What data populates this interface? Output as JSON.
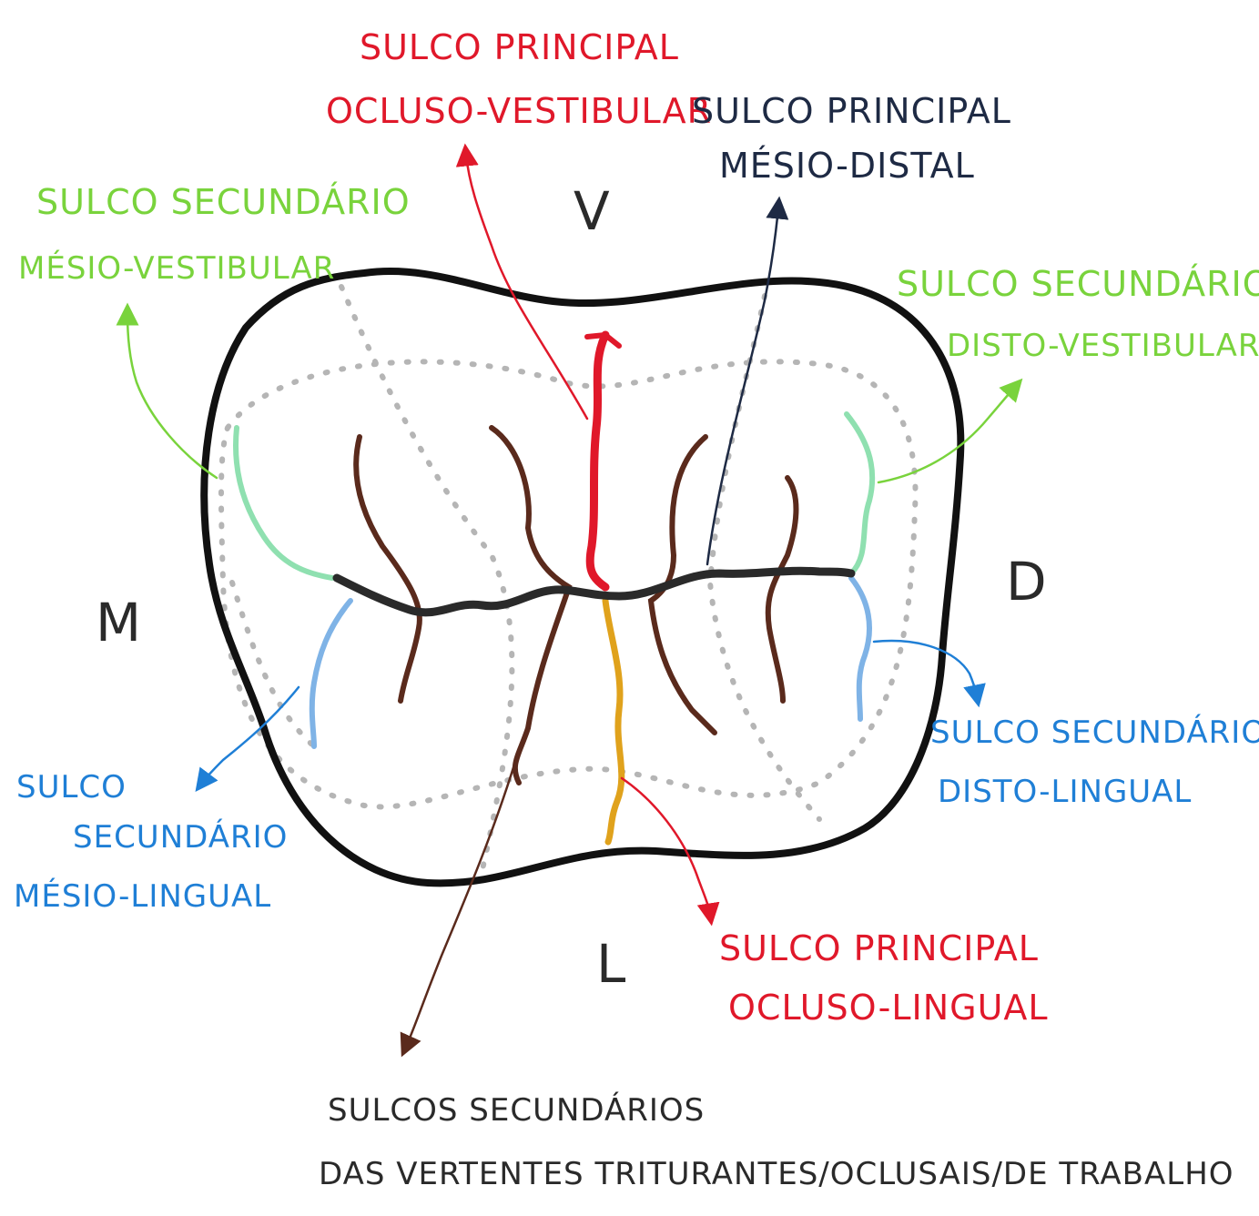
{
  "orientation": {
    "top": "V",
    "bottom": "L",
    "left": "M",
    "right": "D"
  },
  "labels": {
    "principal_ov": [
      "SULCO PRINCIPAL",
      "OCLUSO-VESTIBULAR"
    ],
    "principal_md": [
      "SULCO PRINCIPAL",
      "MÉSIO-DISTAL"
    ],
    "secundario_mv": [
      "SULCO SECUNDÁRIO",
      "MÉSIO-VESTIBULAR"
    ],
    "secundario_dv": [
      "SULCO SECUNDÁRIO",
      "DISTO-VESTIBULAR"
    ],
    "secundario_dl": [
      "SULCO SECUNDÁRIO",
      "DISTO-LINGUAL"
    ],
    "secundario_ml": [
      "SULCO",
      "SECUNDÁRIO",
      "MÉSIO-LINGUAL"
    ],
    "principal_ol": [
      "SULCO PRINCIPAL",
      "OCLUSO-LINGUAL"
    ],
    "vertentes": [
      "SULCOS SECUNDÁRIOS",
      "DAS VERTENTES TRITURANTES/OCLUSAIS/DE TRABALHO"
    ]
  },
  "colors": {
    "outline": "#111111",
    "principal_md": "#2a2a2a",
    "principal_ov": "#e0182a",
    "principal_ol": "#e0a21c",
    "secundario_vestibular": "#79d33c",
    "secundario_vestibular_groove": "#8fe0b0",
    "secundario_lingual": "#1f7fd6",
    "secundario_lingual_groove": "#7fb3e6",
    "vertentes": "#5a2a1c",
    "guides": "#b5b5b5",
    "arrow_md": "#1e2a44"
  }
}
